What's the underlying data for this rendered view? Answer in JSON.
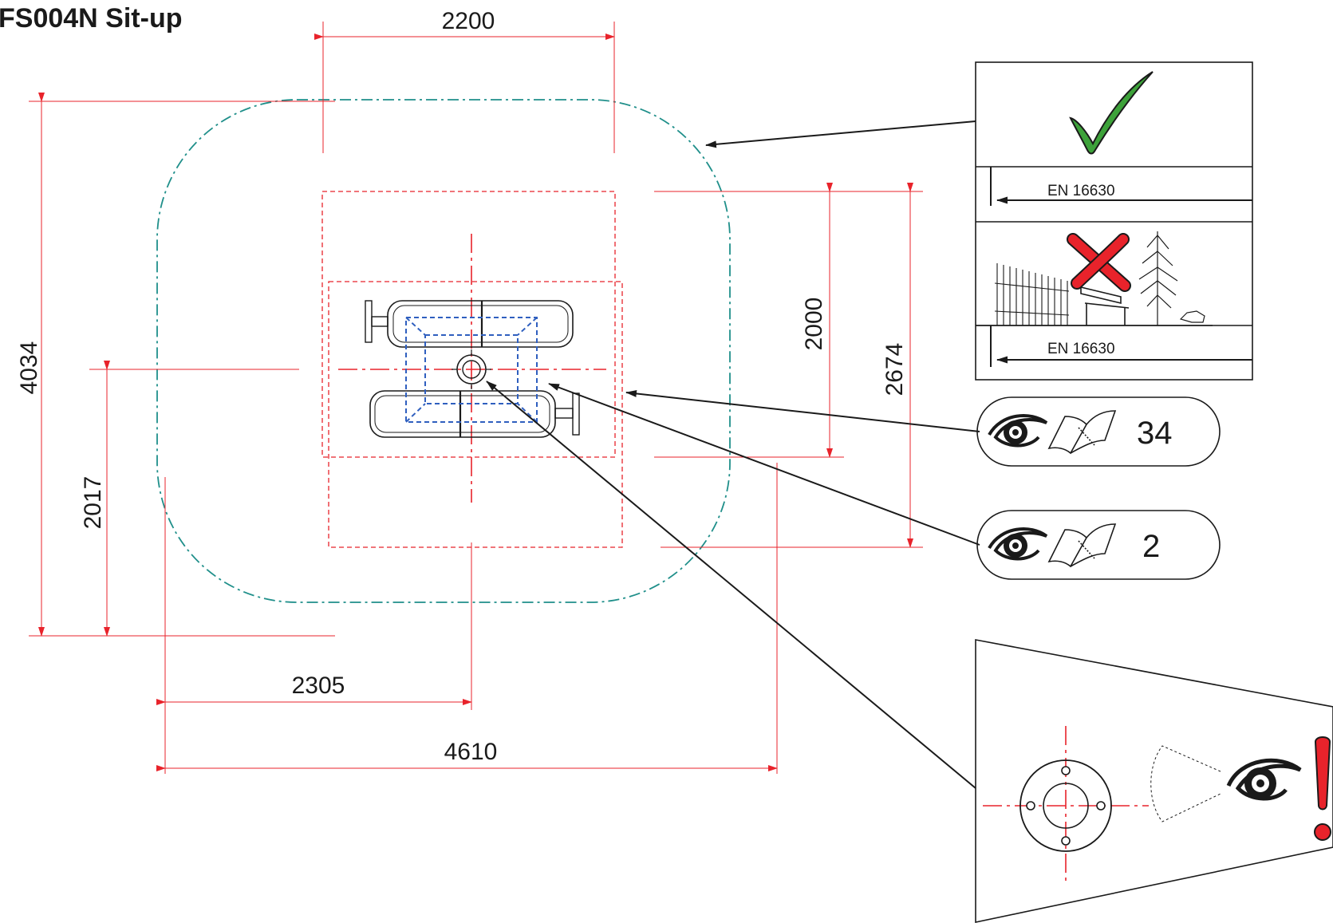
{
  "title": "FS004N Sit-up",
  "dimensions": {
    "top_width": "2200",
    "overall_height": "4034",
    "half_height": "2017",
    "half_width": "2305",
    "overall_width": "4610",
    "equipment_depth": "2000",
    "footprint_depth": "2674"
  },
  "legend": {
    "surface_standard": "EN 16630",
    "obstacle_standard": "EN 16630",
    "manual_page_inspection": "34",
    "manual_page_assembly": "2"
  },
  "colors": {
    "dimension": "#e8232b",
    "safety_zone": "#1f8f8a",
    "equipment_outline": "#2f5fbf",
    "ok_check": "#3da23a",
    "not_allowed": "#e8232b"
  },
  "icons": [
    "checkmark-icon",
    "cross-icon",
    "fence-icon",
    "bench-icon",
    "tree-icon",
    "rock-icon",
    "eye-icon",
    "manual-book-icon",
    "warning-exclamation-icon",
    "anchor-plate-icon"
  ]
}
